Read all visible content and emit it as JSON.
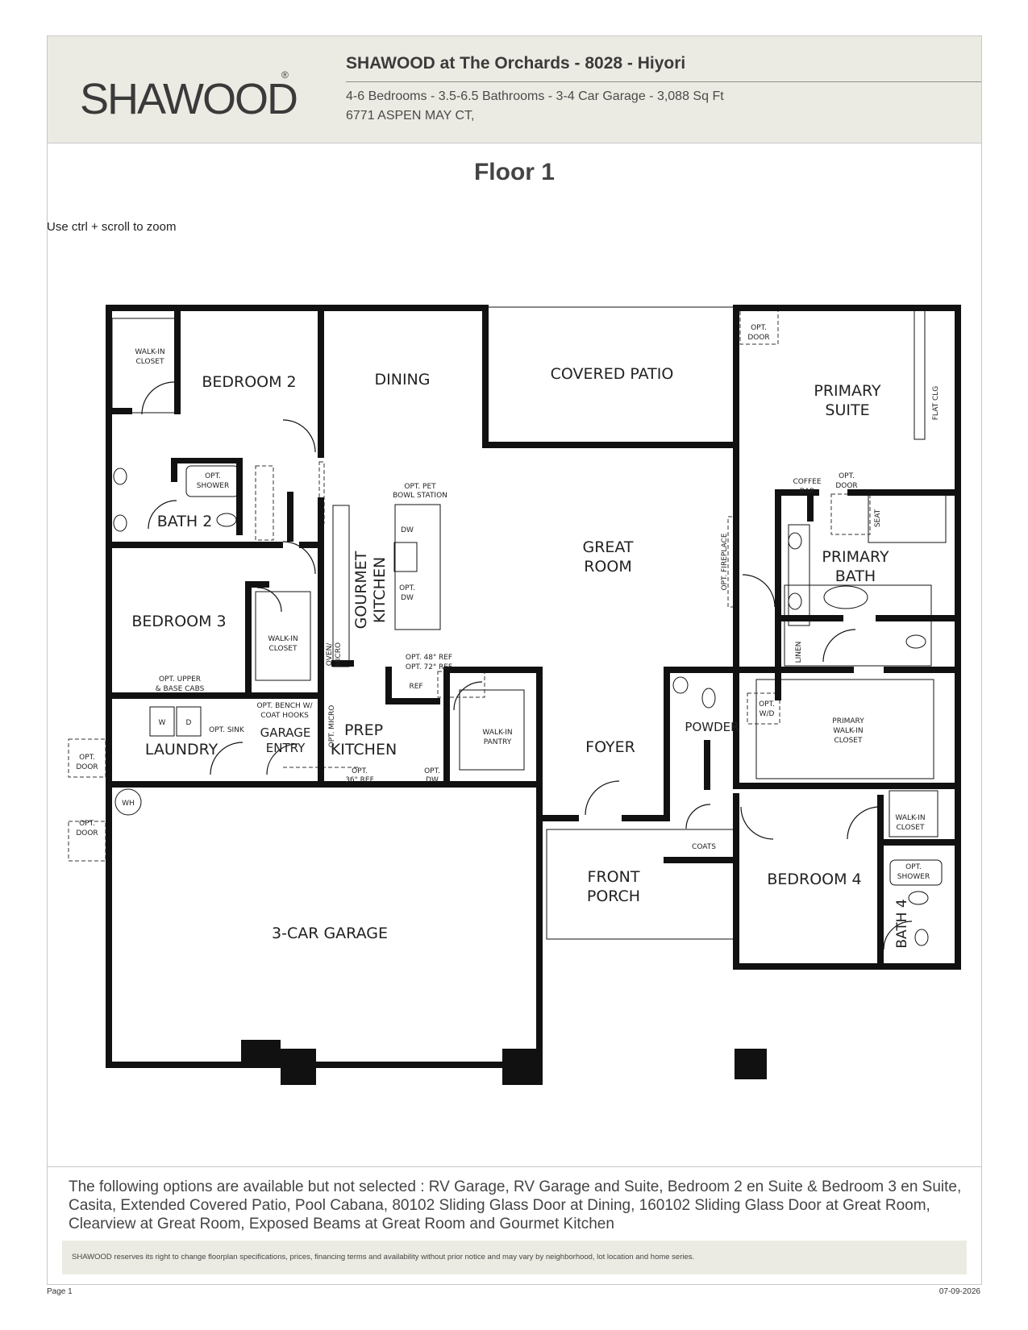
{
  "header": {
    "logo_text": "SHAWOOD",
    "logo_mark": "®",
    "title": "SHAWOOD at The Orchards - 8028 - Hiyori",
    "specs": "4-6 Bedrooms - 3.5-6.5 Bathrooms - 3-4 Car Garage - 3,088 Sq Ft",
    "address": "6771 ASPEN MAY CT,"
  },
  "page": {
    "floor_title": "Floor 1",
    "zoom_hint": "Use ctrl + scroll to zoom"
  },
  "plan": {
    "rooms": {
      "bedroom2": "BEDROOM 2",
      "dining": "DINING",
      "covered_patio": "COVERED PATIO",
      "primary_suite_1": "PRIMARY",
      "primary_suite_2": "SUITE",
      "bath2": "BATH 2",
      "great_room_1": "GREAT",
      "great_room_2": "ROOM",
      "gourmet_1": "GOURMET",
      "gourmet_2": "KITCHEN",
      "primary_bath_1": "PRIMARY",
      "primary_bath_2": "BATH",
      "bedroom3": "BEDROOM 3",
      "laundry": "LAUNDRY",
      "garage_entry_1": "GARAGE",
      "garage_entry_2": "ENTRY",
      "prep_1": "PREP",
      "prep_2": "KITCHEN",
      "foyer": "FOYER",
      "powder": "POWDER",
      "front_porch_1": "FRONT",
      "front_porch_2": "PORCH",
      "bedroom4": "BEDROOM 4",
      "bath4": "BATH 4",
      "garage": "3-CAR GARAGE"
    },
    "notes": {
      "walkin_closet_1": "WALK-IN",
      "walkin_closet_2": "CLOSET",
      "opt": "OPT.",
      "shower": "SHOWER",
      "door": "DOOR",
      "flat_clg": "FLAT CLG",
      "pet_1": "OPT. PET",
      "pet_2": "BOWL STATION",
      "dw": "DW",
      "opt_fireplace": "OPT. FIREPLACE",
      "coffee_1": "COFFEE",
      "coffee_2": "BAR",
      "seat": "SEAT",
      "linen": "LINEN",
      "oven_1": "OVEN/",
      "oven_2": "MICRO",
      "opt_micro": "OPT. MICRO",
      "ref_48": "OPT. 48\" REF",
      "ref_72": "OPT. 72\" REF",
      "ref": "REF",
      "pantry_1": "WALK-IN",
      "pantry_2": "PANTRY",
      "upper_1": "OPT. UPPER",
      "upper_2": "& BASE CABS",
      "w": "W",
      "d": "D",
      "bench_1": "OPT. BENCH W/",
      "bench_2": "COAT HOOKS",
      "opt_sink": "OPT. SINK",
      "wd": "W/D",
      "primary_walkin_1": "PRIMARY",
      "primary_walkin_2": "WALK-IN",
      "primary_walkin_3": "CLOSET",
      "ref_36": "36\" REF",
      "wh": "WH",
      "coats": "COATS"
    }
  },
  "footer": {
    "options": "The following options are available but not selected : RV Garage, RV Garage and Suite, Bedroom 2 en Suite & Bedroom 3 en Suite, Casita, Extended Covered Patio, Pool Cabana, 80102 Sliding Glass Door at Dining, 160102 Sliding Glass Door at Great Room, Clearview at Great Room, Exposed Beams at Great Room and Gourmet Kitchen",
    "disclaimer": "SHAWOOD reserves its right to change floorplan specifications, prices, financing terms and availability without prior notice and may vary by neighborhood, lot location and home series.",
    "page_label": "Page 1",
    "date": "07-09-2026"
  }
}
